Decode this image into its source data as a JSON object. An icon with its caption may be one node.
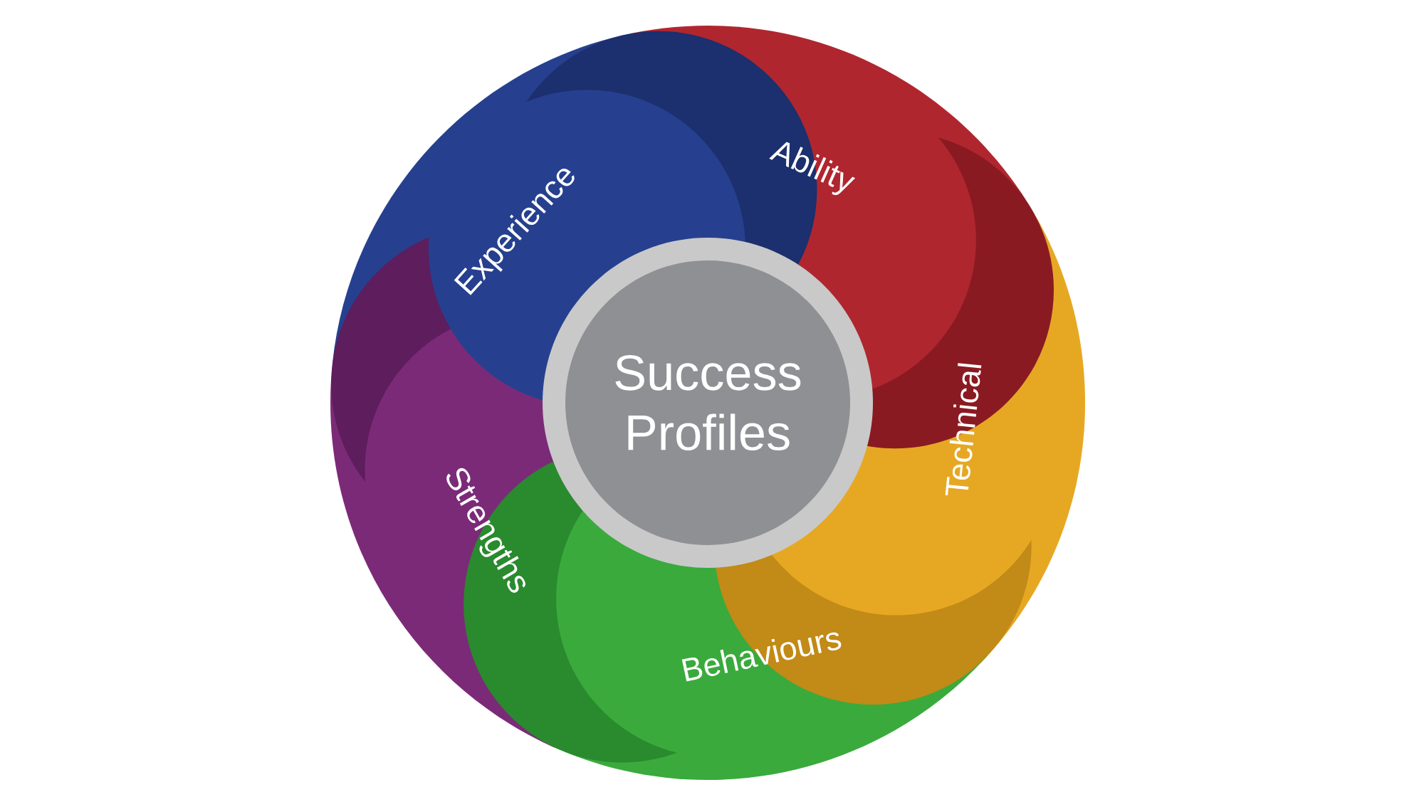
{
  "diagram": {
    "nodes": [
      {
        "text": [
          "Success Profiles"
        ]
      },
      {
        "text": [
          "Ability"
        ]
      },
      {
        "text": [
          "Technical"
        ]
      },
      {
        "text": [
          "Behaviours"
        ]
      },
      {
        "text": [
          "Strengths"
        ]
      },
      {
        "text": [
          "Experience"
        ]
      }
    ]
  }
}
